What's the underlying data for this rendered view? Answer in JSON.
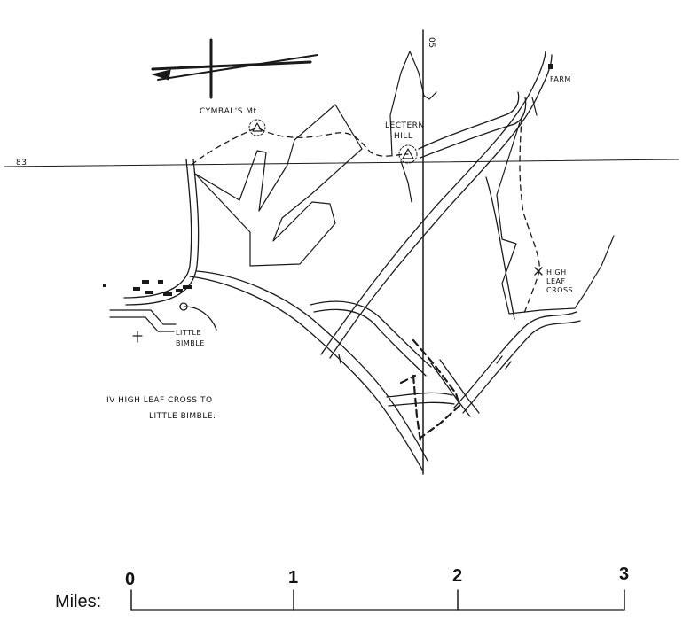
{
  "map": {
    "grid": {
      "easting": "05",
      "northing": "83"
    },
    "places": {
      "cymbals_mt": "CYMBAL'S Mt.",
      "lectern_hill_1": "LECTERN",
      "lectern_hill_2": "HILL",
      "farm": "FARM",
      "high_leaf_cross_1": "HIGH",
      "high_leaf_cross_2": "LEAF",
      "high_leaf_cross_3": "CROSS",
      "little_bimble_1": "LITTLE",
      "little_bimble_2": "BIMBLE"
    },
    "caption": {
      "line1": "IV HIGH LEAF CROSS TO",
      "line2": "LITTLE BIMBLE."
    },
    "scale": {
      "title": "Miles:",
      "ticks": [
        "0",
        "1",
        "2",
        "3"
      ]
    }
  }
}
